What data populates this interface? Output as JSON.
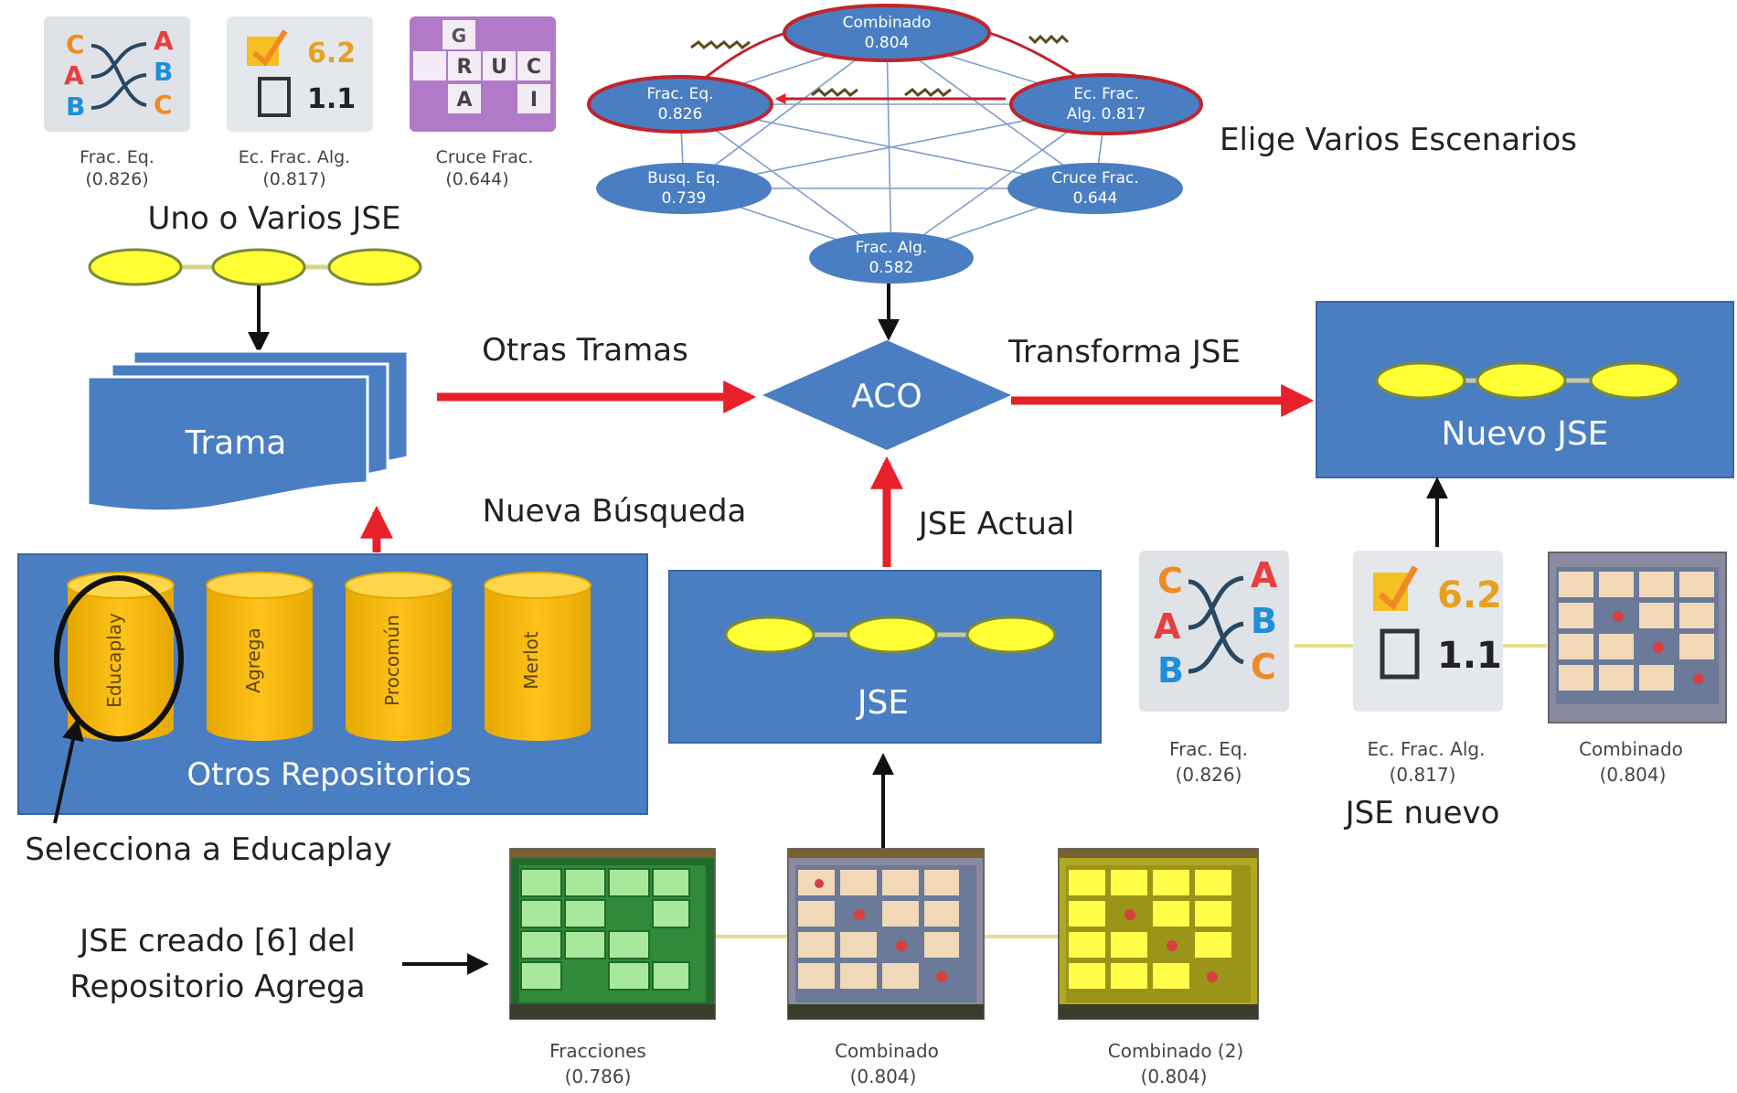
{
  "top_left_thumbnails": [
    {
      "name": "Frac. Eq.",
      "score": "(0.826)",
      "icon": "matching-letters-icon"
    },
    {
      "name": "Ec. Frac. Alg.",
      "score": "(0.817)",
      "icon": "equation-icon"
    },
    {
      "name": "Cruce Frac.",
      "score": "(0.644)",
      "icon": "crossword-icon",
      "tiles": [
        "G",
        "R",
        "U",
        "C",
        "A",
        "I"
      ]
    }
  ],
  "icon_text": {
    "matching": [
      "C",
      "A",
      "B",
      "A",
      "B",
      "C"
    ],
    "equation": [
      "6.2",
      "1.1"
    ]
  },
  "uno_varios_label": "Uno o Varios JSE",
  "graph": {
    "nodes": [
      {
        "id": "combinado",
        "lines": [
          "Combinado",
          "0.804"
        ],
        "highlighted": true
      },
      {
        "id": "frac-eq",
        "lines": [
          "Frac. Eq.",
          "0.826"
        ],
        "highlighted": true
      },
      {
        "id": "ec-frac-alg",
        "lines": [
          "Ec. Frac.",
          "Alg. 0.817"
        ],
        "highlighted": true
      },
      {
        "id": "busq-eq",
        "lines": [
          "Busq. Eq.",
          "0.739"
        ],
        "highlighted": false
      },
      {
        "id": "cruce-frac",
        "lines": [
          "Cruce Frac.",
          "0.644"
        ],
        "highlighted": false
      },
      {
        "id": "frac-alg",
        "lines": [
          "Frac. Alg.",
          "0.582"
        ],
        "highlighted": false
      }
    ]
  },
  "elige_label": "Elige Varios Escenarios",
  "aco_label": "ACO",
  "trama_label": "Trama",
  "otras_tramas_label": "Otras Tramas",
  "transforma_label": "Transforma JSE",
  "nuevo_jse_label": "Nuevo JSE",
  "nueva_busqueda_label": "Nueva Búsqueda",
  "jse_actual_label": "JSE Actual",
  "jse_label": "JSE",
  "repositories": [
    "Educaplay",
    "Agrega",
    "Procomún",
    "Merlot"
  ],
  "otros_repositorios_label": "Otros Repositorios",
  "selecciona_label": "Selecciona a Educaplay",
  "jse_creado_label": [
    "JSE creado [6] del",
    "Repositorio Agrega"
  ],
  "bottom_thumbnails": [
    {
      "name": "Fracciones",
      "score": "(0.786)",
      "theme": "green"
    },
    {
      "name": "Combinado",
      "score": "(0.804)",
      "theme": "grey"
    },
    {
      "name": "Combinado (2)",
      "score": "(0.804)",
      "theme": "yellow"
    }
  ],
  "right_thumbnails": [
    {
      "name": "Frac. Eq.",
      "score": "(0.826)",
      "icon": "matching-letters-icon"
    },
    {
      "name": "Ec. Frac. Alg.",
      "score": "(0.817)",
      "icon": "equation-icon"
    },
    {
      "name": "Combinado",
      "score": "(0.804)",
      "icon": "game-board-icon"
    }
  ],
  "jse_nuevo_label": "JSE nuevo",
  "colors": {
    "box_blue": "#4a7ec2",
    "box_edge": "#3a65a5",
    "node_yellow": "#ffff33",
    "arrow_red": "#e8202a",
    "cylinder_orange": "#ffc000",
    "graph_red": "#c0242e",
    "text_white": "#ffffff",
    "text_dark": "#222222"
  }
}
